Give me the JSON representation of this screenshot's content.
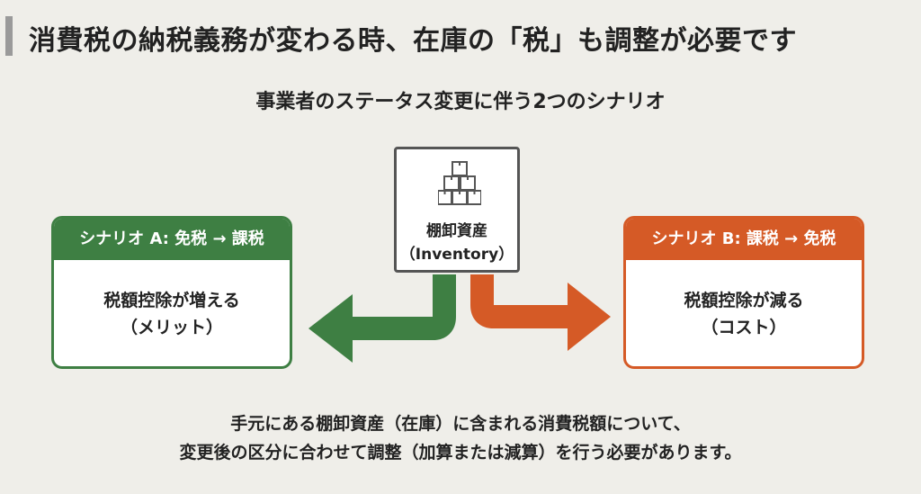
{
  "title": "消費税の納税義務が変わる時、在庫の「税」も調整が必要です",
  "subtitle": "事業者のステータス変更に伴う2つのシナリオ",
  "inventory": {
    "icon": "stacked-boxes-icon",
    "label_jp": "棚卸資産",
    "label_en": "（Inventory）"
  },
  "scenario_a": {
    "header": "シナリオ A: 免税 → 課税",
    "line1": "税額控除が増える",
    "line2": "（メリット）",
    "color": "#3e7f43"
  },
  "scenario_b": {
    "header": "シナリオ B: 課税 → 免税",
    "line1": "税額控除が減る",
    "line2": "（コスト）",
    "color": "#d55a26"
  },
  "footer": {
    "line1": "手元にある棚卸資産（在庫）に含まれる消費税額について、",
    "line2": "変更後の区分に合わせて調整（加算または減算）を行う必要があります。"
  }
}
